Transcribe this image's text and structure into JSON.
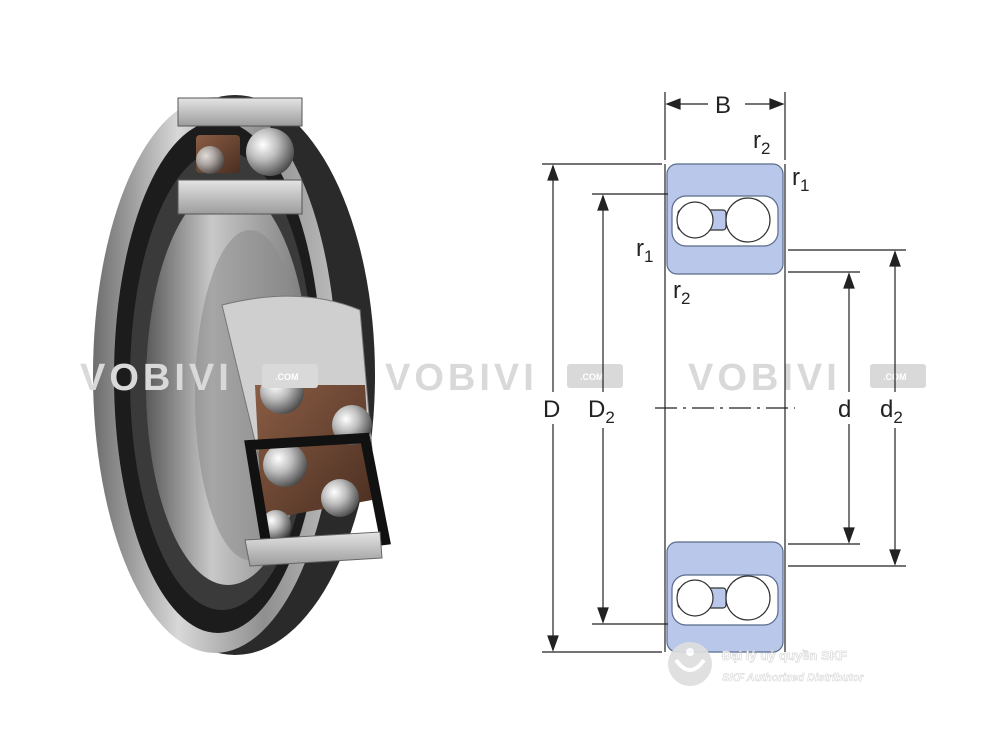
{
  "dimension_labels": {
    "B": "B",
    "D": "D",
    "D2_main": "D",
    "D2_sub": "2",
    "d": "d",
    "d2_main": "d",
    "d2_sub": "2",
    "r1_main": "r",
    "r1_sub": "1",
    "r2_main": "r",
    "r2_sub": "2"
  },
  "watermark": {
    "brand": "VOBIVI",
    "suffix": ".COM"
  },
  "badge": {
    "line1": "Đại lý uỷ quyền SKF",
    "line2": "SKF Authorized Distributor"
  },
  "colors": {
    "race_fill": "#b9c8ea",
    "race_stroke": "#5a6b8c",
    "line": "#222222",
    "watermark": "#d9d9d9",
    "seal": "#1c1c1c",
    "cage": "#6b4632",
    "steel": "#a9a9a9"
  }
}
